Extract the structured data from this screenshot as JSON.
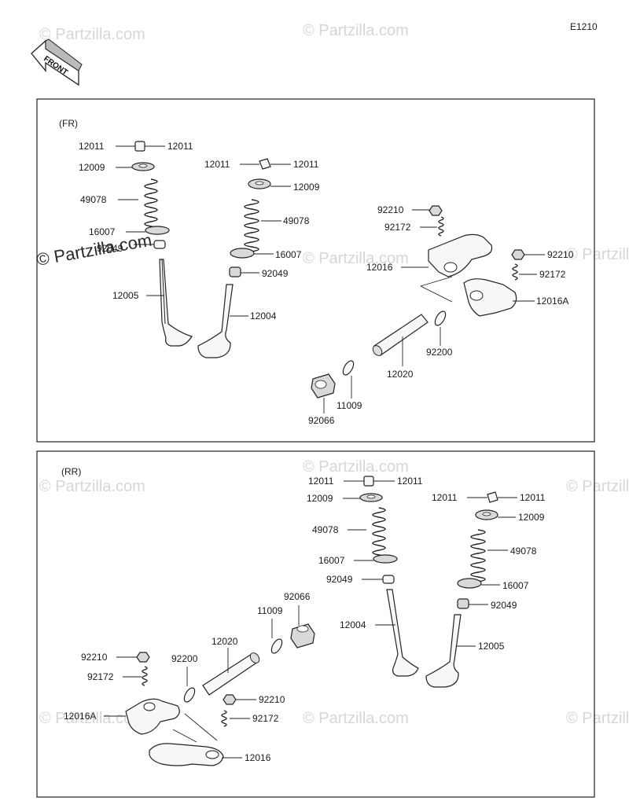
{
  "diagram": {
    "code": "E1210",
    "front_label": "FRONT",
    "watermark": "© Partzilla.com",
    "sections": {
      "fr": {
        "title": "(FR)",
        "labels": {
          "12011_a": "12011",
          "12011_b": "12011",
          "12009_a": "12009",
          "49078_a": "49078",
          "16007_a": "16007",
          "92049_a": "92049",
          "12005": "12005",
          "12011_c": "12011",
          "12011_d": "12011",
          "12009_b": "12009",
          "49078_b": "49078",
          "16007_b": "16007",
          "92049_b": "92049",
          "12004": "12004",
          "92210_a": "92210",
          "92172_a": "92172",
          "12016": "12016",
          "92210_b": "92210",
          "92172_b": "92172",
          "12016A": "12016A",
          "92200": "92200",
          "12020": "12020",
          "11009": "11009",
          "92066": "92066"
        }
      },
      "rr": {
        "title": "(RR)",
        "labels": {
          "12011_a": "12011",
          "12011_b": "12011",
          "12009_a": "12009",
          "49078_a": "49078",
          "16007_a": "16007",
          "92049_a": "92049",
          "12004": "12004",
          "12011_c": "12011",
          "12011_d": "12011",
          "12009_b": "12009",
          "49078_b": "49078",
          "16007_b": "16007",
          "92049_b": "92049",
          "12005": "12005",
          "92066": "92066",
          "11009": "11009",
          "12020": "12020",
          "92200": "92200",
          "92210_a": "92210",
          "92172_a": "92172",
          "12016A": "12016A",
          "92210_b": "92210",
          "92172_b": "92172",
          "12016": "12016"
        }
      }
    }
  }
}
